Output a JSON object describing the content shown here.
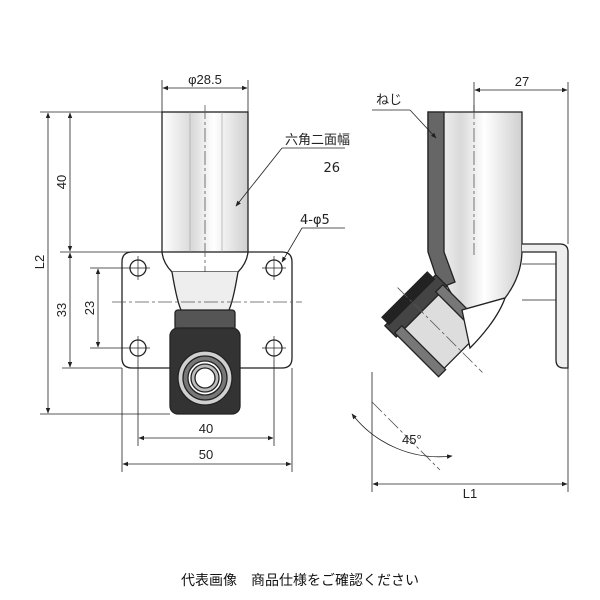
{
  "front_view": {
    "dim_top_diameter": "φ28.5",
    "dim_height_upper": "40",
    "dim_total_height": "L2",
    "dim_33": "33",
    "dim_23": "23",
    "dim_width_40": "40",
    "dim_width_50": "50",
    "label_hex_line1": "六角二面幅",
    "label_hex_line2": "26",
    "label_holes": "4-φ5"
  },
  "side_view": {
    "dim_27": "27",
    "label_thread": "ねじ",
    "angle_label": "45°",
    "dim_length": "L1"
  },
  "caption": "代表画像　商品仕様をご確認ください"
}
